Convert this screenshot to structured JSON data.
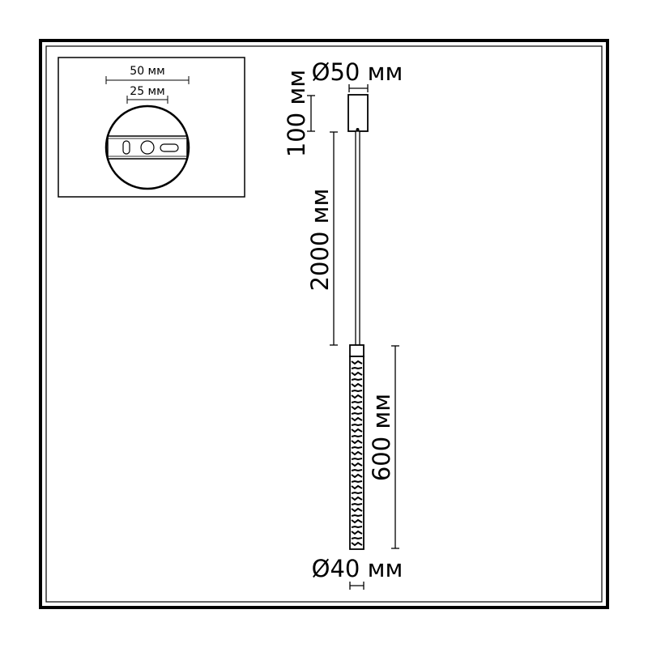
{
  "colors": {
    "line": "#000000",
    "background": "#ffffff"
  },
  "inset": {
    "outer_width_label": "50 мм",
    "inner_width_label": "25 мм"
  },
  "dimensions": {
    "canopy_diameter": "Ø50 мм",
    "canopy_height": "100 мм",
    "cable_length": "2000 мм",
    "tube_length": "600 мм",
    "tube_diameter": "Ø40 мм"
  }
}
